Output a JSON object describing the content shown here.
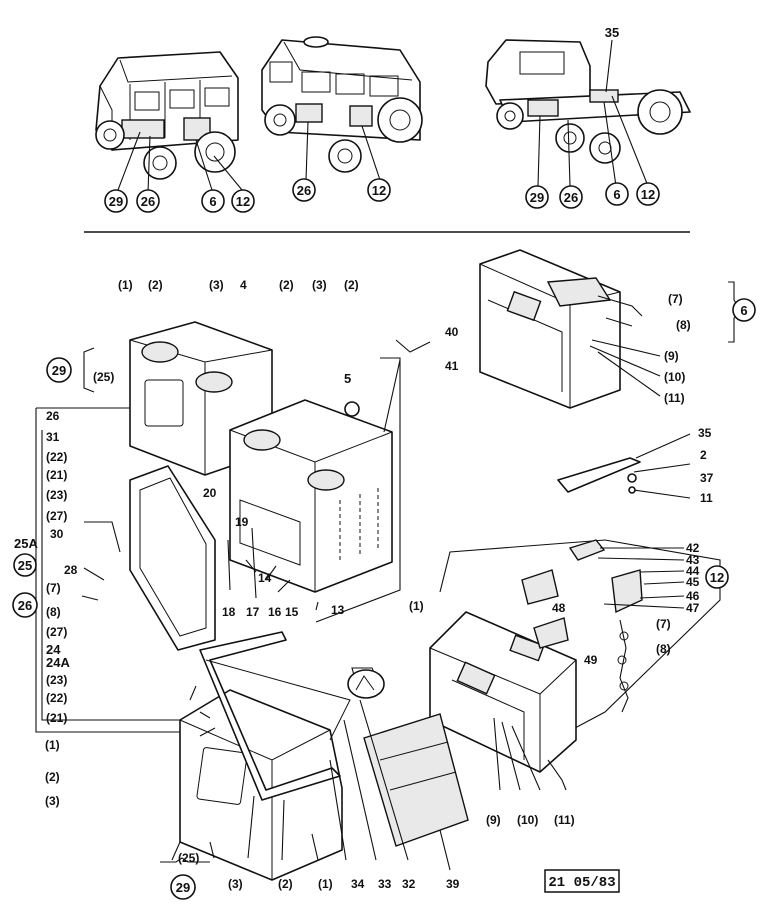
{
  "vehicles": {
    "v1": {
      "callouts": [
        "29",
        "26",
        "6",
        "12"
      ]
    },
    "v2": {
      "callouts": [
        "26",
        "12"
      ]
    },
    "v3": {
      "top_label": "35",
      "callouts": [
        "29",
        "26",
        "6",
        "12"
      ]
    }
  },
  "left_group": {
    "circled": {
      "a": "29",
      "b": "25",
      "c": "26"
    },
    "labels": {
      "p1": "(1)",
      "p2": "(2)",
      "p3": "(3)",
      "p4": "4",
      "p2b": "(2)",
      "p3b": "(3)",
      "p2c": "(2)",
      "p40": "40",
      "p41": "41",
      "p5": "5",
      "p25": "(25)",
      "p26": "26",
      "p31": "31",
      "p22": "(22)",
      "p21": "(21)",
      "p23": "(23)",
      "p27": "(27)",
      "p30": "30",
      "p25A": "25A",
      "p28": "28",
      "p7": "(7)",
      "p8": "(8)",
      "p27b": "(27)",
      "p24": "24",
      "p24A": "24A",
      "p23b": "(23)",
      "p22b": "(22)",
      "p21b": "(21)",
      "p20": "20",
      "p19": "19",
      "p14": "14",
      "p18": "18",
      "p17": "17",
      "p16": "16",
      "p15": "15",
      "p13": "13",
      "p1b": "(1)"
    }
  },
  "right_top": {
    "circled": "6",
    "labels": {
      "p7": "(7)",
      "p8": "(8)",
      "p9": "(9)",
      "p10": "(10)",
      "p11": "(11)",
      "p35": "35",
      "p2": "2",
      "p37": "37",
      "p11b": "11"
    }
  },
  "right_mid": {
    "circled": "12",
    "labels": {
      "p42": "42",
      "p43": "43",
      "p44": "44",
      "p45": "45",
      "p46": "46",
      "p47": "47",
      "p48": "48",
      "p49": "49",
      "p7": "(7)",
      "p8": "(8)",
      "p9": "(9)",
      "p10": "(10)",
      "p11": "(11)"
    }
  },
  "bottom_group": {
    "circled": "29",
    "labels": {
      "p1": "(1)",
      "p2": "(2)",
      "p3": "(3)",
      "p3b": "(3)",
      "p2b": "(2)",
      "p1b": "(1)",
      "p34": "34",
      "p33": "33",
      "p32": "32",
      "p39": "39",
      "p25": "(25)"
    }
  },
  "stamp": "21 05/83"
}
